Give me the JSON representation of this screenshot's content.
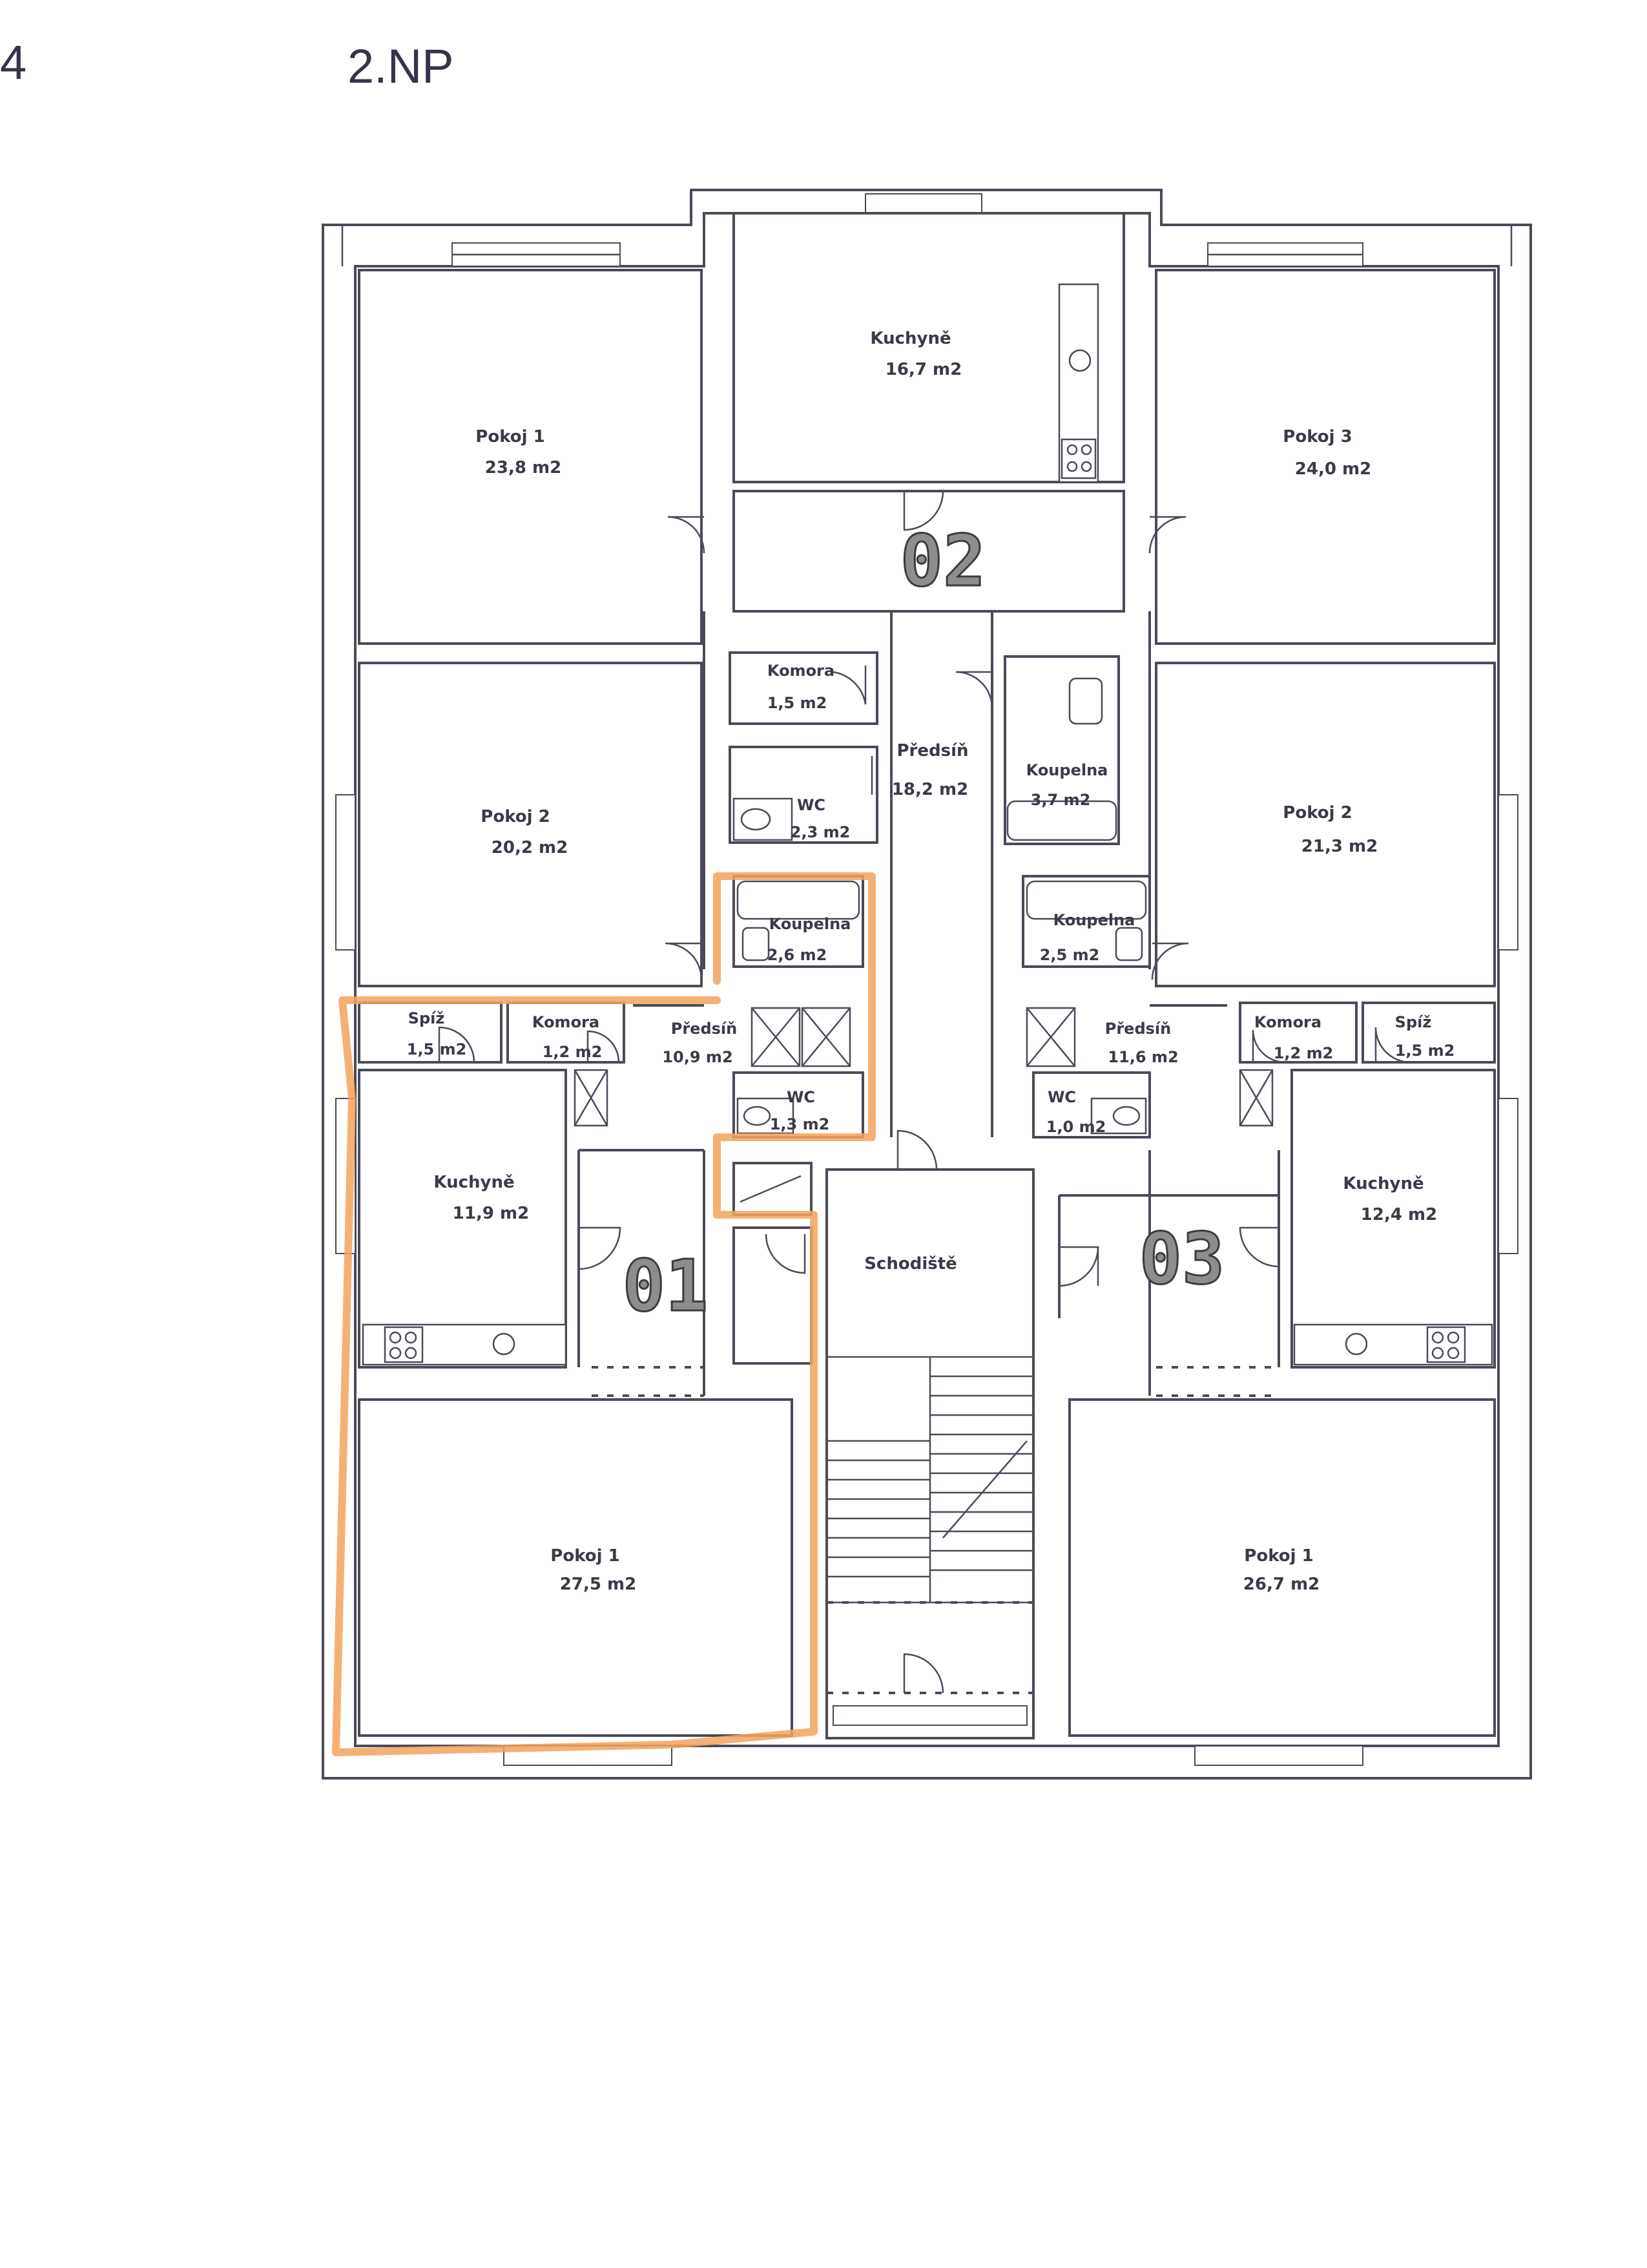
{
  "page": {
    "floor_label": "2.NP",
    "corner_mark": "4"
  },
  "apartments": {
    "a01": "01",
    "a02": "02",
    "a03": "03"
  },
  "rooms": {
    "a02_kuchyne": {
      "name": "Kuchyně",
      "area": "16,7 m2"
    },
    "a02_pokoj1": {
      "name": "Pokoj 1",
      "area": "23,8 m2"
    },
    "a02_pokoj3": {
      "name": "Pokoj 3",
      "area": "24,0 m2"
    },
    "a02_pokoj2": {
      "name": "Pokoj 2",
      "area": "20,2 m2"
    },
    "a02_komora": {
      "name": "Komora",
      "area": "1,5 m2"
    },
    "a02_wc": {
      "name": "WC",
      "area": "2,3 m2"
    },
    "a02_predsin": {
      "name": "Předsíň",
      "area": "18,2 m2"
    },
    "a02_koupelna": {
      "name": "Koupelna",
      "area": "3,7 m2"
    },
    "a03_pokoj2": {
      "name": "Pokoj 2",
      "area": "21,3 m2"
    },
    "a01_koupelna": {
      "name": "Koupelna",
      "area": "2,6 m2"
    },
    "a03_koupelna": {
      "name": "Koupelna",
      "area": "2,5 m2"
    },
    "a01_spiz": {
      "name": "Spíž",
      "area": "1,5 m2"
    },
    "a01_komora": {
      "name": "Komora",
      "area": "1,2 m2"
    },
    "a01_predsin": {
      "name": "Předsíň",
      "area": "10,9 m2"
    },
    "a03_predsin": {
      "name": "Předsíň",
      "area": "11,6 m2"
    },
    "a03_komora": {
      "name": "Komora",
      "area": "1,2 m2"
    },
    "a03_spiz": {
      "name": "Spíž",
      "area": "1,5 m2"
    },
    "a01_wc": {
      "name": "WC",
      "area": "1,3 m2"
    },
    "a03_wc": {
      "name": "WC",
      "area": "1,0 m2"
    },
    "a01_kuchyne": {
      "name": "Kuchyně",
      "area": "11,9 m2"
    },
    "a03_kuchyne": {
      "name": "Kuchyně",
      "area": "12,4 m2"
    },
    "schodiste": {
      "name": "Schodiště"
    },
    "a01_pokoj1": {
      "name": "Pokoj 1",
      "area": "27,5 m2"
    },
    "a03_pokoj1": {
      "name": "Pokoj 1",
      "area": "26,7 m2"
    }
  },
  "colors": {
    "wall": "#4a4a5a",
    "highlight": "#f3a35c",
    "apartment_number_fill": "#8d8d8d"
  }
}
